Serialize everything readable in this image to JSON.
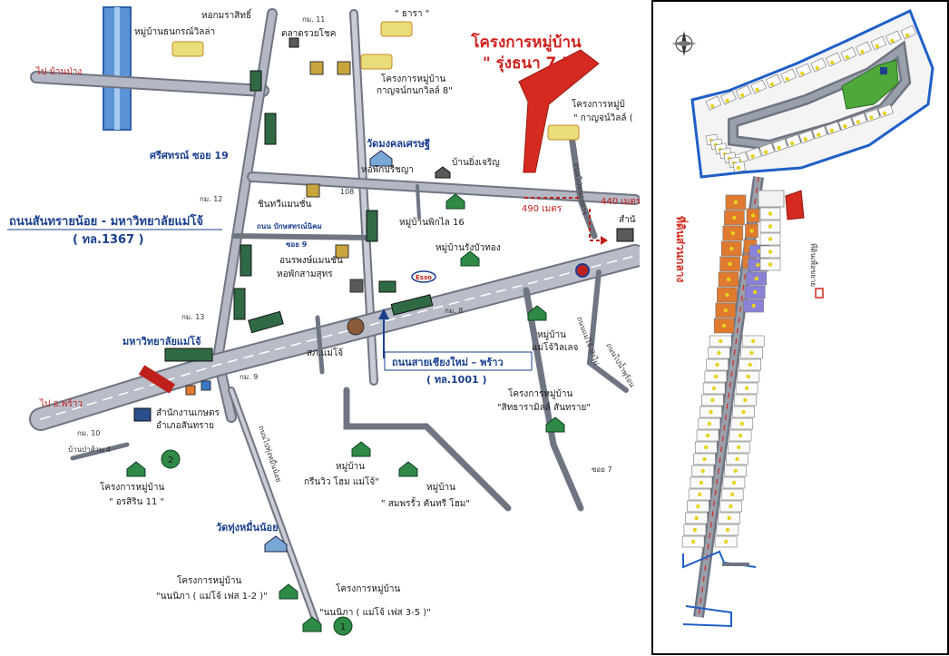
{
  "left_map": {
    "project_title": "โครงการหมู่บ้าน",
    "project_subtitle": "\" รุ่งธนา 7 \"",
    "road_main": "ถนนสันทรายน้อย - มหาวิทยาลัยแม่โจ้",
    "road_main_code": "( ทล.1367 )",
    "road_chiangmai": "ถนนสายเชียงใหม่ – พร้าว",
    "road_chiangmai_code": "( ทล.1001 )",
    "road_soi19": "ศรีศทรณ์ ซอย 19",
    "road_soi9_a": "ถนน บักษสทรณ์นิคม",
    "road_soi9_b": "ซอย 9",
    "dist_490": "490 เมตร",
    "dist_440": "440 เมตร",
    "to_bankao": "ไป บ้านป่าง",
    "to_phrao": "ไป อ.พร้าว",
    "km": [
      "กม. 11",
      "กม. 12",
      "กม. 13",
      "กม. 9",
      "กม. 8",
      "กม. 10"
    ],
    "places": {
      "hor_sakorn": "หอกมราสิทธิ์",
      "baan_thanakorn": "หมู่บ้านธนกรณ์วิลล่า",
      "talad": "ตลาดรวยโชค",
      "rarar": "\" ธารา \"",
      "kanjana8": "โครงการหมู่บ้าน",
      "kanjana8_b": "กาญจน์กนกวิลล์ 8\"",
      "kanjana_r_a": "โครงการหมู่บ้",
      "kanjana_r_b": "\" กาญจน์วิลล์ (",
      "wat_mongkol": "วัดมงคลเศรษฐี",
      "hor_preecha": "หอพักปรีชญา",
      "ban_yingcharoen": "บ้านยิ่งเจริญ",
      "chin_mansion": "ชินทวีแมนชั่น",
      "ban_phiklai": "หมู่บ้านพิกไล 16",
      "anun_mansion": "อนรพงษ์แมนชั่น",
      "hor_samsut": "หอพักสามสุทร",
      "ban_wangbua": "หมู่บ้านรังบัวทอง",
      "sanahi": "สำนั",
      "esso": "Esso",
      "univ": "มหาวิทยาลัยแม่โจ้",
      "sorkor": "สภ.แม่โจ้",
      "ban_maejo_a": "หมู่บ้าน",
      "ban_maejo_b": "แม่โจ้วิลเลจ",
      "office_a": "สำนักงานเกษตร",
      "office_b": "อำเภอสันทราย",
      "ban_pasang": "บ้านป่าส้าน 4",
      "orasiri_a": "โครงการหมู่บ้าน",
      "orasiri_b": "\" อรสิริน 11 \"",
      "green_a": "หมู่บ้าน",
      "green_b": "กรีนวิว โฮม แม่โจ้\"",
      "somphon_a": "หมู่บ้าน",
      "somphon_b": "\" สมพรรั้ว คันทรี โฮม\"",
      "sitthara_a": "โครงการหมู่บ้าน",
      "sitthara_b": "\"สิทธารามิลล์ สันทราย\"",
      "wat_thung": "วัดทุ่งหมื่นน้อย",
      "nannika12_a": "โครงการหมู่บ้าน",
      "nannika12_b": "\"นนนิภา ( แม่โจ้ เฟส 1-2 )\"",
      "nannika35_a": "โครงการหมู่บ้าน",
      "nannika35_b": "\"นนนิภา ( แม่โจ้ เฟส 3-5 )\"",
      "num108": "108",
      "road_vert_a": "ถนนไปหนองหาร",
      "road_vert_b": "ถนนแม่โจ้-ป่าไผ่",
      "road_vert_c": "ถนนไปทุ่งหมื่นน้อย",
      "road_vert_d": "ถนนไปน้ำพุร้อน",
      "soi7": "ซอย 7",
      "marker1": "1",
      "marker2": "2"
    }
  },
  "right_map": {
    "label_common": "ที่ดินส่วนกลาง",
    "label_reserve": "ที่ดินเพื่อขยาย"
  },
  "colors": {
    "road_gray": "#b4b8c4",
    "road_edge": "#6f7582",
    "canal_blue": "#3d78c8",
    "red_zone": "#d42a1f",
    "orange_plot": "#e07a2f",
    "purple_plot": "#8a82d6",
    "green_park": "#4ea83a",
    "plot_yellow": "#e6d31c",
    "blue_label": "#1a3f8f"
  }
}
